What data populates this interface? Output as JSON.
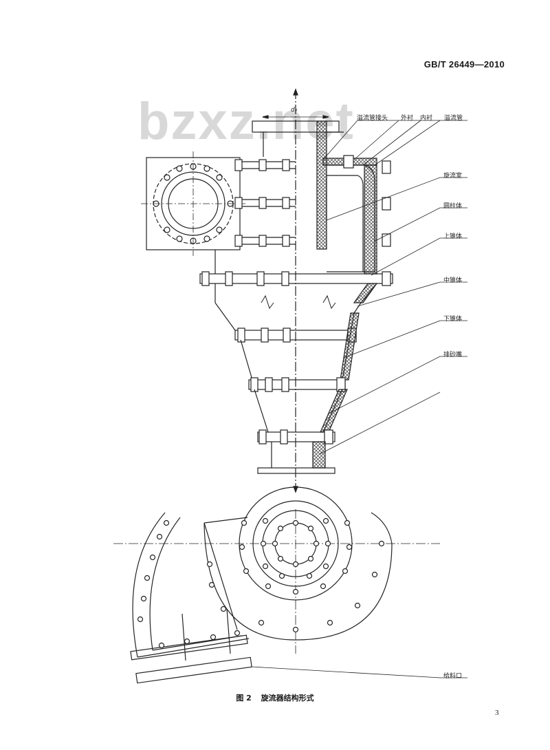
{
  "header": {
    "standard_number": "GB/T 26449—2010"
  },
  "watermark": {
    "text": "bzxz.net"
  },
  "drawing": {
    "dimension_label": "d₀",
    "labels": {
      "overflow_connector": "溢流管接头",
      "outer_liner": "外衬",
      "inner_liner": "内衬",
      "overflow_pipe": "溢流管",
      "swirl_chamber": "旋流室",
      "cylinder_body": "圆柱体",
      "upper_cone": "上锥体",
      "middle_cone": "中锥体",
      "lower_cone": "下锥体",
      "underflow_nozzle": "排砂嘴",
      "feed_inlet": "给料口"
    }
  },
  "caption": {
    "figure_number": "图 2",
    "title": "旋流器结构形式"
  },
  "page_number": "3"
}
